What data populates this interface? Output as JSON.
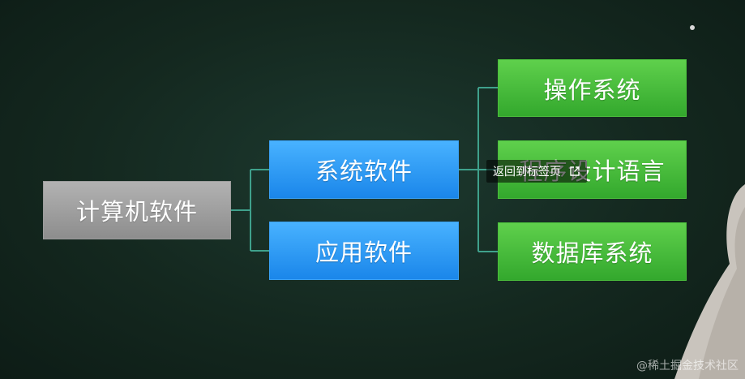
{
  "diagram": {
    "root": {
      "label": "计算机软件"
    },
    "branches": [
      {
        "label": "系统软件"
      },
      {
        "label": "应用软件"
      }
    ],
    "leaves": [
      {
        "label": "操作系统"
      },
      {
        "label": "程序设计语言"
      },
      {
        "label": "数据库系统"
      }
    ]
  },
  "overlay": {
    "tooltip_text": "返回到标签页",
    "tooltip_icon": "external-link-icon"
  },
  "watermark": {
    "text": "@稀土掘金技术社区"
  },
  "colors": {
    "background": "#15291f",
    "root_node": "#9e9e9e",
    "branch_node": "#2d9bf5",
    "leaf_node": "#44bb3a",
    "connector": "#3fa18c"
  }
}
